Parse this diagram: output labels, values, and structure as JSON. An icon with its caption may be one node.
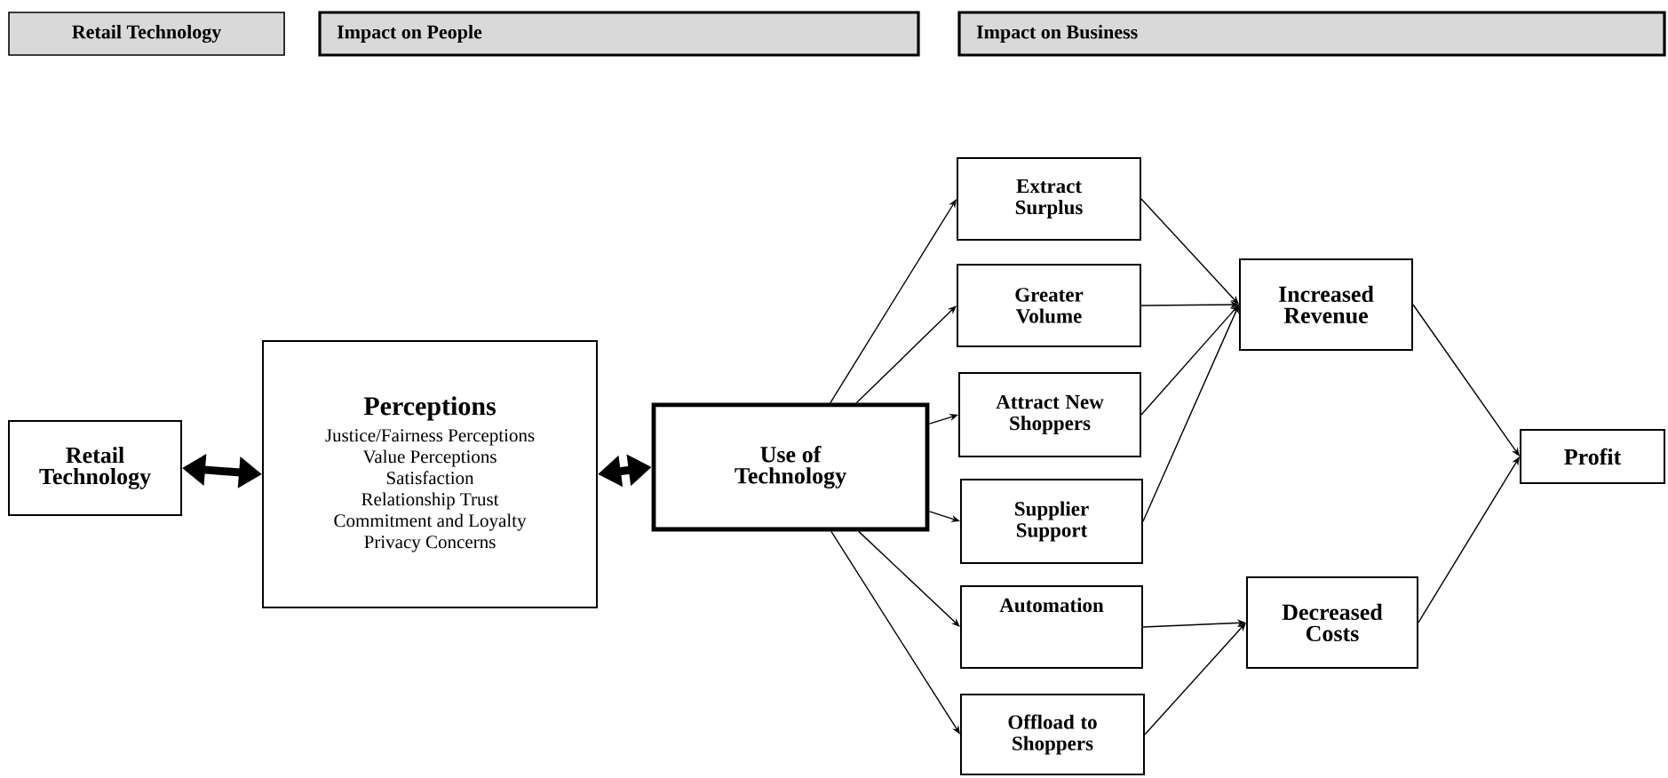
{
  "diagram": {
    "nodes": [
      {
        "text": [
          "Retail Technology"
        ]
      },
      {
        "text": [
          "Impact on People"
        ]
      },
      {
        "text": [
          "Impact on Business"
        ]
      },
      {
        "text": [
          "Retail Technology"
        ]
      },
      {
        "text": [
          "Perceptions",
          "Justice/Fairness Perceptions",
          "Value Perceptions",
          "Satisfaction",
          "Relationship Trust",
          "Commitment and Loyalty",
          "Privacy Concerns"
        ]
      },
      {
        "text": [
          "Use of Technology"
        ]
      },
      {
        "text": [
          "Extract Surplus"
        ]
      },
      {
        "text": [
          "Greater Volume"
        ]
      },
      {
        "text": [
          "Attract New Shoppers"
        ]
      },
      {
        "text": [
          "Supplier Support"
        ]
      },
      {
        "text": [
          "Automation"
        ]
      },
      {
        "text": [
          "Offload to Shoppers"
        ]
      },
      {
        "text": [
          "Increased Revenue"
        ]
      },
      {
        "text": [
          "Decreased Costs"
        ]
      },
      {
        "text": [
          "Profit"
        ]
      }
    ],
    "edges": [
      {
        "from": 3,
        "to": 4,
        "arrow": "both",
        "style": "thick"
      },
      {
        "from": 4,
        "to": 5,
        "arrow": "both",
        "style": "thick"
      },
      {
        "from": 5,
        "to": 6,
        "arrow": "to"
      },
      {
        "from": 5,
        "to": 7,
        "arrow": "to"
      },
      {
        "from": 5,
        "to": 8,
        "arrow": "to"
      },
      {
        "from": 5,
        "to": 9,
        "arrow": "to"
      },
      {
        "from": 5,
        "to": 10,
        "arrow": "to"
      },
      {
        "from": 5,
        "to": 11,
        "arrow": "to"
      },
      {
        "from": 6,
        "to": 12,
        "arrow": "to"
      },
      {
        "from": 7,
        "to": 12,
        "arrow": "to"
      },
      {
        "from": 8,
        "to": 12,
        "arrow": "to"
      },
      {
        "from": 9,
        "to": 12,
        "arrow": "to"
      },
      {
        "from": 10,
        "to": 13,
        "arrow": "to"
      },
      {
        "from": 11,
        "to": 13,
        "arrow": "to"
      },
      {
        "from": 12,
        "to": 14,
        "arrow": "to"
      },
      {
        "from": 13,
        "to": 14,
        "arrow": "to"
      }
    ]
  }
}
